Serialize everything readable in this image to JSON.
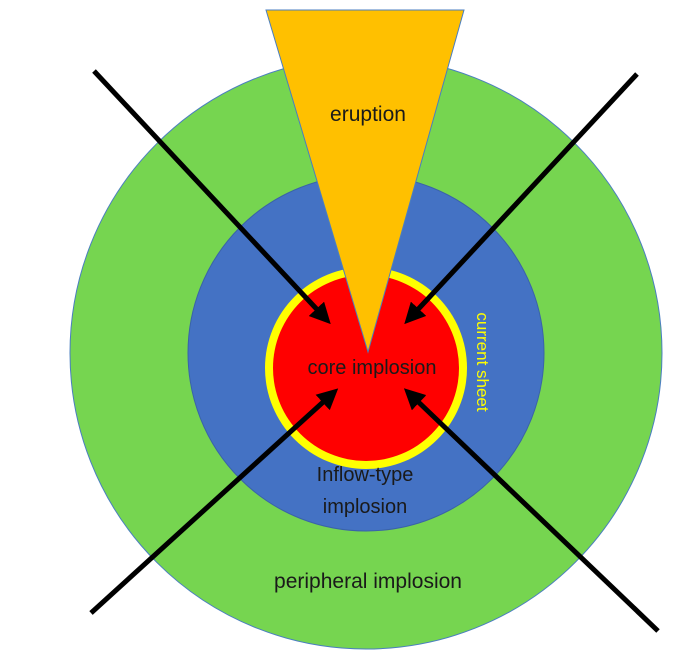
{
  "labels": {
    "eruption": "eruption",
    "core": "core implosion",
    "current_sheet": "current  sheet",
    "inflow_line1": "Inflow-type",
    "inflow_line2": "implosion",
    "peripheral": "peripheral implosion"
  },
  "colors": {
    "background": "#ffffff",
    "peripheral_ring": "#76d550",
    "inflow_ring": "#4472c4",
    "current_sheet_ring": "#ffff00",
    "core": "#ff0000",
    "eruption_cone": "#ffc000",
    "arrows": "#000000",
    "text_dark": "#1a1a1a",
    "current_sheet_text": "#ffff00"
  },
  "arrows": [
    {
      "name": "arrow-top-left",
      "direction": "inward"
    },
    {
      "name": "arrow-top-right",
      "direction": "inward"
    },
    {
      "name": "arrow-bottom-left",
      "direction": "inward"
    },
    {
      "name": "arrow-bottom-right",
      "direction": "inward"
    }
  ]
}
